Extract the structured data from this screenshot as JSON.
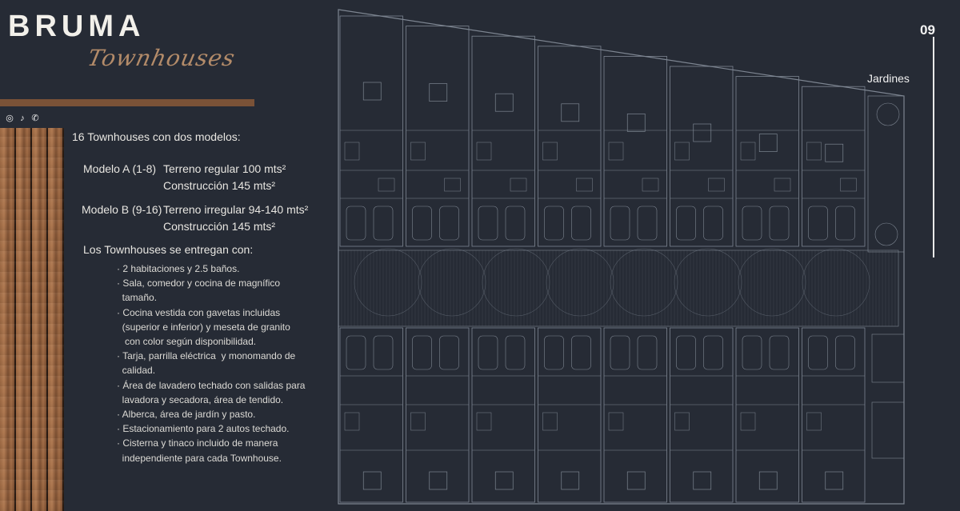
{
  "brand": {
    "name": "BRUMA",
    "tagline": "Townhouses"
  },
  "social_icons": [
    "instagram-icon",
    "tiktok-icon",
    "whatsapp-icon"
  ],
  "intro": "16 Townhouses con dos modelos:",
  "models": [
    {
      "label": "Modelo A (1-8)",
      "line1": "Terreno regular 100 mts²",
      "line2": "Construcción 145 mts²"
    },
    {
      "label": "Modelo B (9-16)",
      "line1": "Terreno irregular 94-140 mts²",
      "line2": "Construcción 145 mts²"
    }
  ],
  "delivery_title": "Los Townhouses se entregan con:",
  "features": [
    "· 2 habitaciones y 2.5 baños.",
    "· Sala, comedor y cocina de magnífico",
    "  tamaño.",
    "· Cocina vestida con gavetas incluidas",
    "  (superior e inferior) y meseta de granito",
    "   con color según disponibilidad.",
    "· Tarja, parrilla eléctrica  y monomando de",
    "  calidad.",
    "· Área de lavadero techado con salidas para",
    "  lavadora y secadora, área de tendido.",
    "· Alberca, área de jardín y pasto.",
    "· Estacionamiento para 2 autos techado.",
    "· Cisterna y tinaco incluido de manera",
    "  independiente para cada Townhouse."
  ],
  "page_number": "09",
  "plan_label": "Jardines",
  "colors": {
    "background": "#262b35",
    "accent": "#7a5237",
    "script": "#b38b69",
    "plan_lines": "#7d8591"
  }
}
